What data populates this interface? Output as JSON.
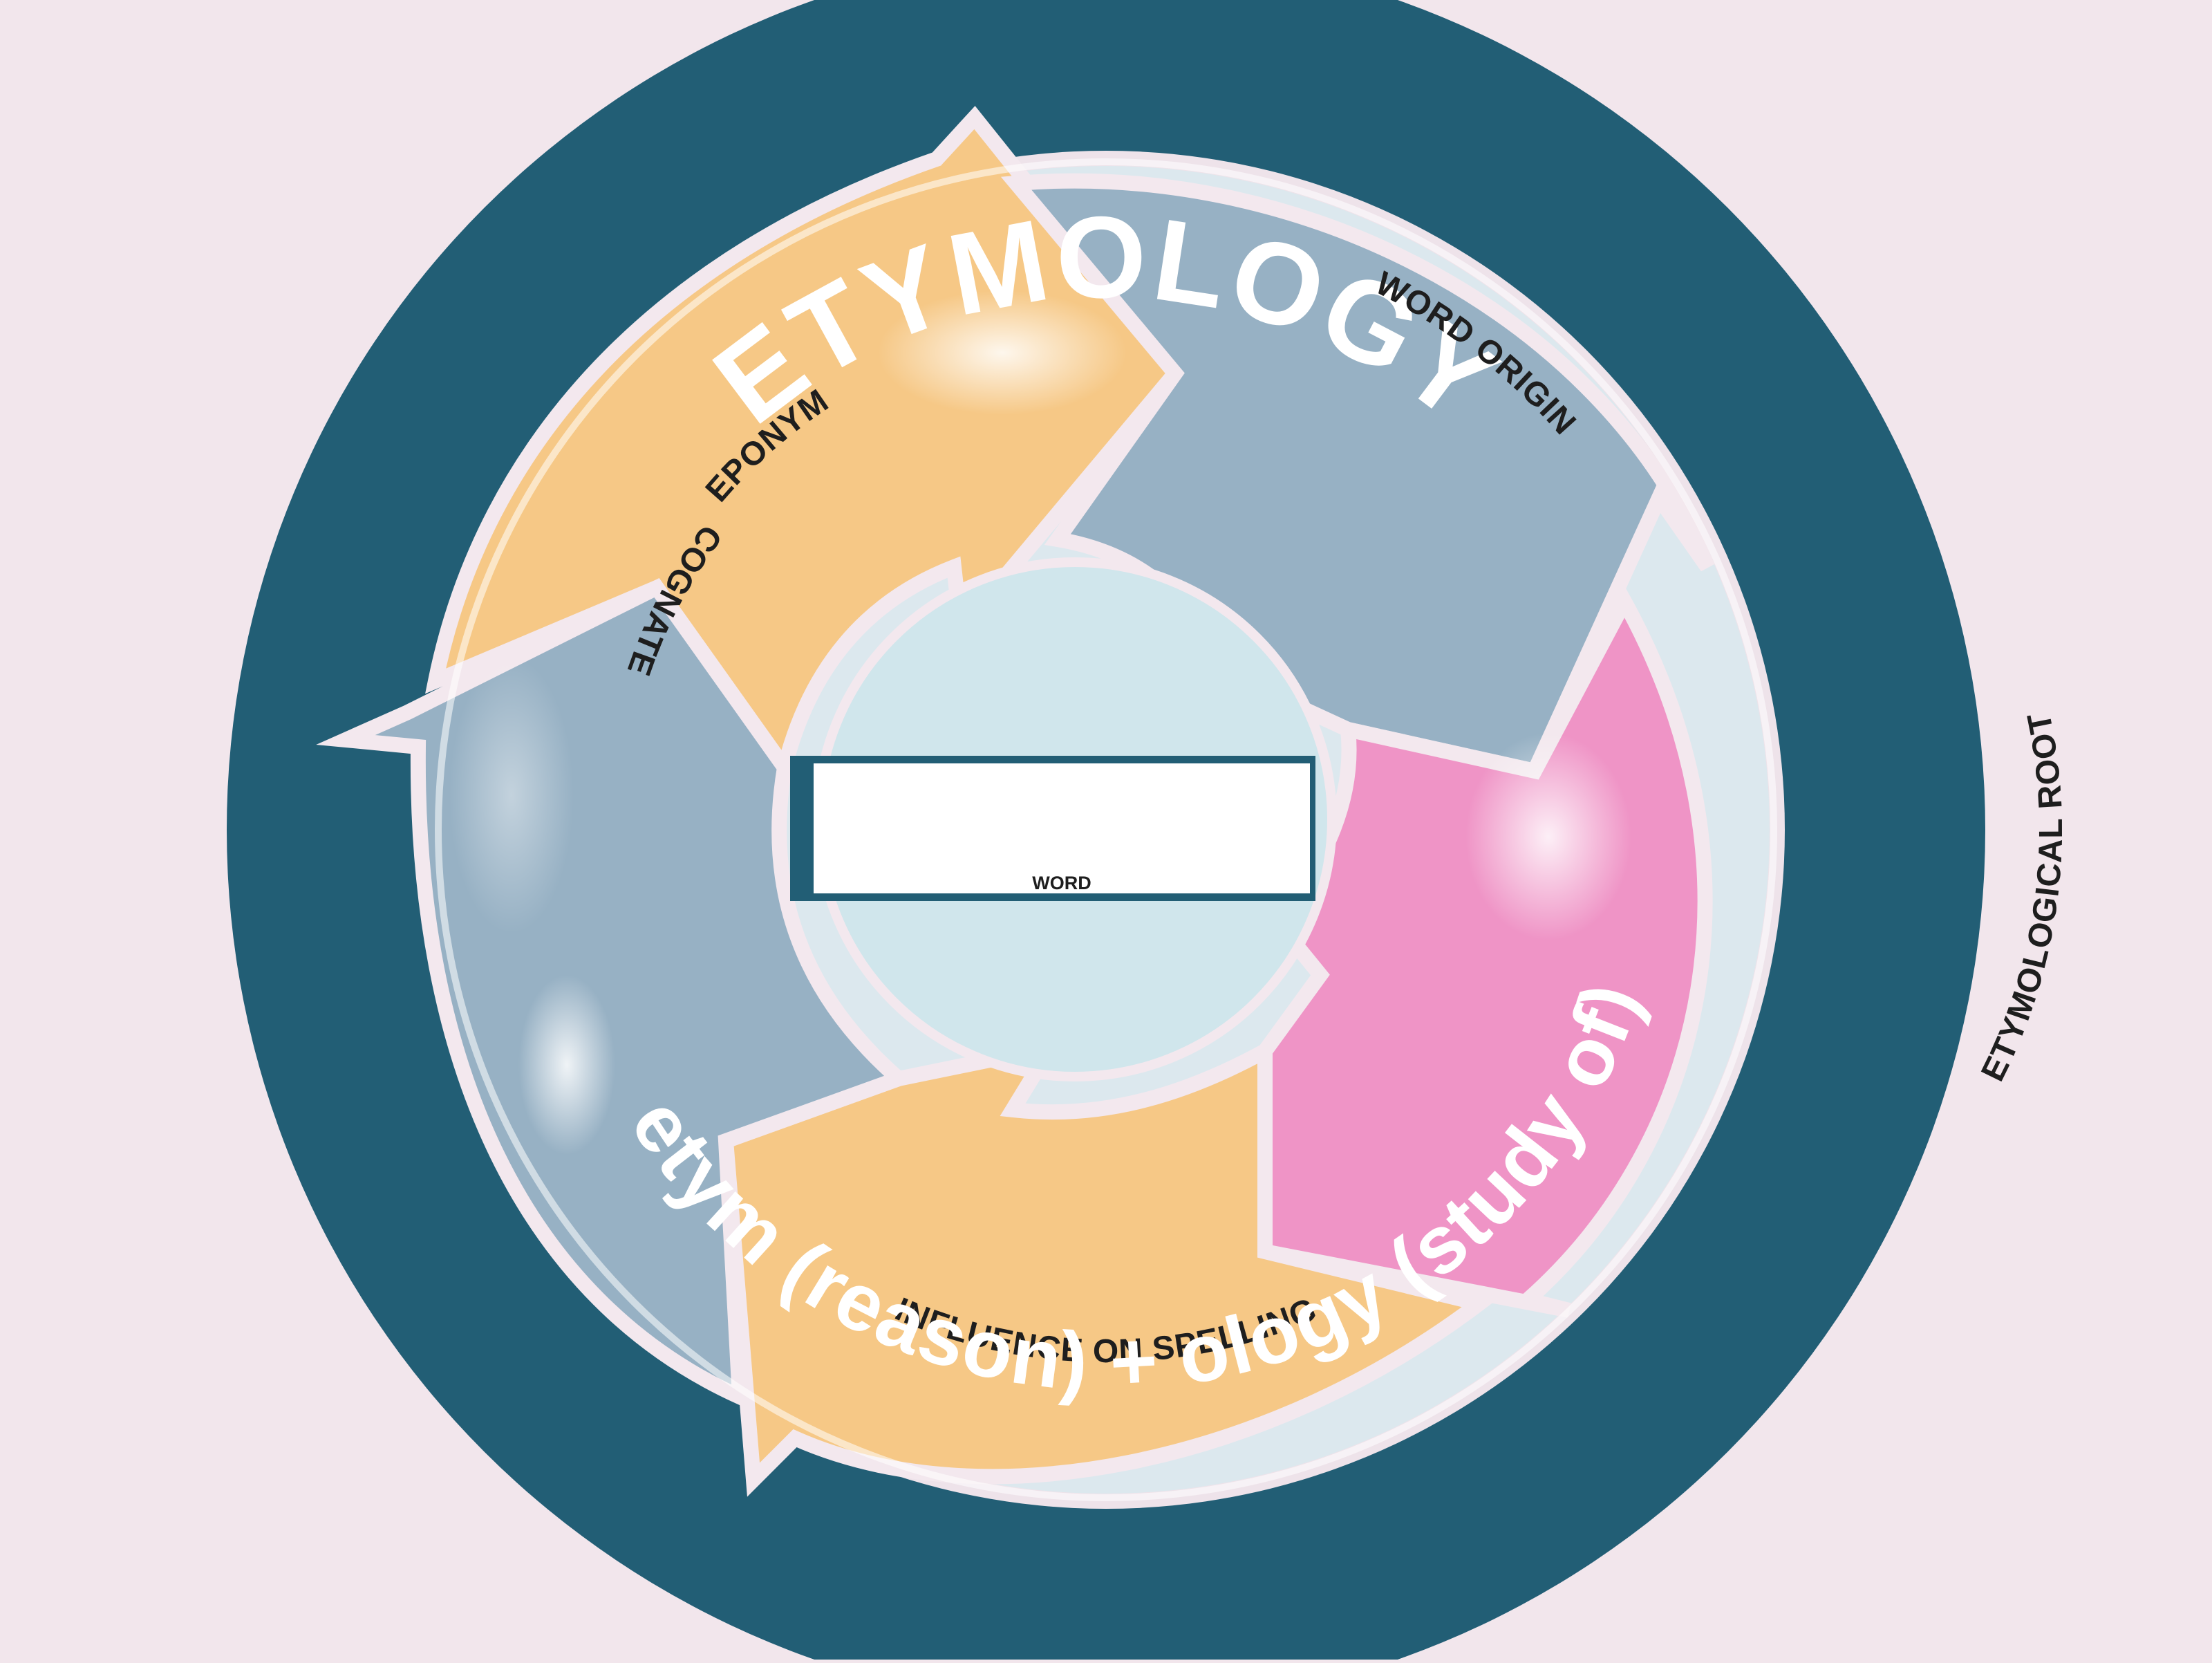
{
  "title": "ETYMOLOGY",
  "subtitle": "etym (reason)  +  ology (study of)",
  "center": {
    "label": "WORD",
    "value": ""
  },
  "segments": [
    {
      "label": "EPONYM",
      "color": "#f6c886"
    },
    {
      "label": "WORD ORIGIN",
      "color": "#97b1c4"
    },
    {
      "label": "ETYMOLOGICAL ROOT",
      "color": "#ef94c6"
    },
    {
      "label": "INFLUENCE ON SPELLING",
      "color": "#f6c886"
    },
    {
      "label": "COGNATE",
      "color": "#97b1c4"
    }
  ],
  "colors": {
    "background": "#f2e6ec",
    "ring": "#225e75",
    "inner_disc": "#d0e6ec",
    "title_text": "#ffffff",
    "label_text": "#1e1e1e"
  }
}
